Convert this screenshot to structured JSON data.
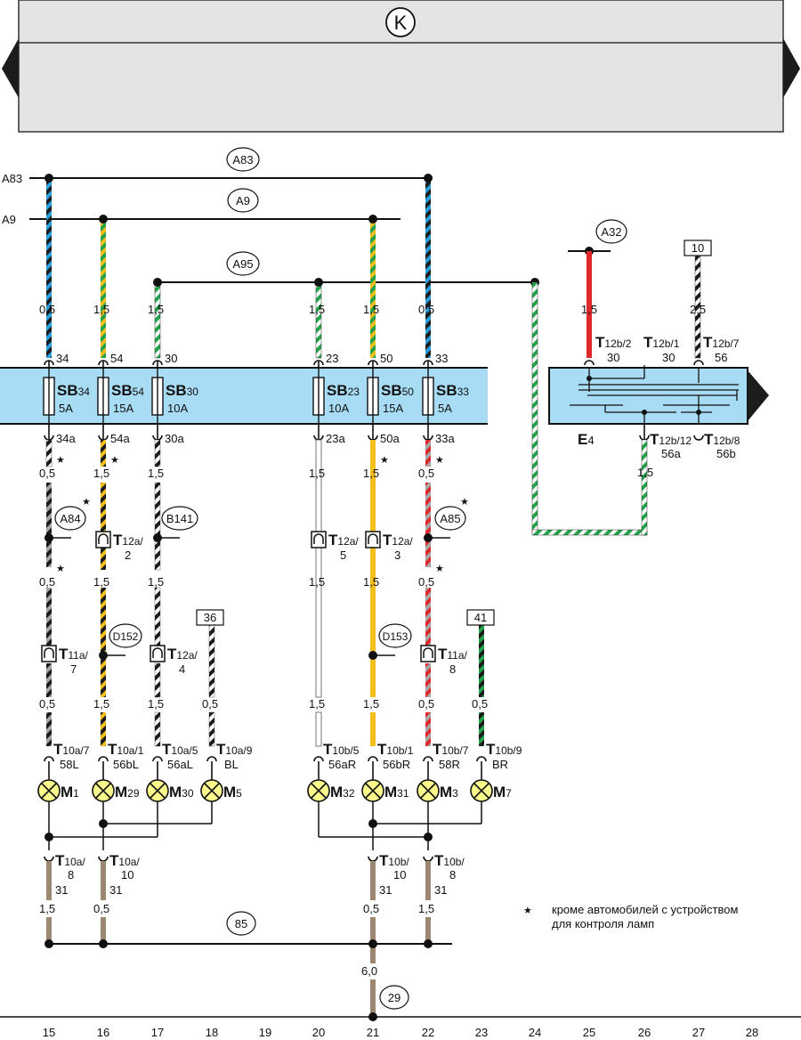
{
  "header": {
    "symbol": "K"
  },
  "buses": {
    "a83": {
      "left": "A83",
      "circle": "A83"
    },
    "a9": {
      "left": "A9",
      "circle": "A9"
    },
    "a95": {
      "circle": "A95"
    },
    "a32": {
      "circle": "A32"
    },
    "term10": "10",
    "bus85": "85",
    "ground29": "29"
  },
  "wires": {
    "w15": {
      "top": "0,5",
      "mid1": "0,5",
      "mid2": "0,5",
      "mid3": "0,5",
      "bottom": "1,5"
    },
    "w16": {
      "top": "1,5",
      "mid1": "1,5",
      "mid2": "1,5",
      "mid3": "1,5",
      "bottom": "0,5"
    },
    "w17": {
      "top": "1,5",
      "mid1": "1,5",
      "mid2": "1,5",
      "mid3": "1,5"
    },
    "w18": {
      "mid3": "0,5"
    },
    "w20": {
      "top": "1,5",
      "mid1": "1,5",
      "mid2": "1,5",
      "mid3": "1,5"
    },
    "w21": {
      "top": "1,5",
      "mid1": "1,5",
      "mid2": "1,5",
      "mid3": "1,5",
      "bottom": "0,5",
      "ground": "6,0"
    },
    "w22": {
      "top": "0,5",
      "mid1": "0,5",
      "mid2": "0,5",
      "mid3": "0,5",
      "bottom": "1,5"
    },
    "w23": {
      "mid3": "0,5"
    },
    "w24": {
      "mid": "1,5"
    },
    "w25": {
      "top": "1,5"
    },
    "w27": {
      "top": "2,5"
    }
  },
  "fuses": [
    {
      "name": "SB",
      "num": "34",
      "amp": "5A",
      "in": "34",
      "out": "34a"
    },
    {
      "name": "SB",
      "num": "54",
      "amp": "15A",
      "in": "54",
      "out": "54a"
    },
    {
      "name": "SB",
      "num": "30",
      "amp": "10A",
      "in": "30",
      "out": "30a"
    },
    {
      "name": "SB",
      "num": "23",
      "amp": "10A",
      "in": "23",
      "out": "23a"
    },
    {
      "name": "SB",
      "num": "50",
      "amp": "15A",
      "in": "50",
      "out": "50a"
    },
    {
      "name": "SB",
      "num": "33",
      "amp": "5A",
      "in": "33",
      "out": "33a"
    }
  ],
  "switch": {
    "name": "E",
    "num": "4",
    "t1": {
      "t": "T",
      "code": "12b/2",
      "pin": "30"
    },
    "t2": {
      "t": "T",
      "code": "12b/1",
      "pin": "30"
    },
    "t3": {
      "t": "T",
      "code": "12b/7",
      "pin": "56"
    },
    "t4": {
      "t": "T",
      "code": "12b/12",
      "pin": "56a"
    },
    "t5": {
      "t": "T",
      "code": "12b/8",
      "pin": "56b"
    }
  },
  "splices": {
    "a84": "A84",
    "b141": "B141",
    "a85": "A85",
    "d152": "D152",
    "d153": "D153"
  },
  "connectors": {
    "c16": {
      "t": "T",
      "code": "12a/",
      "pin": "2"
    },
    "c20": {
      "t": "T",
      "code": "12a/",
      "pin": "5"
    },
    "c21": {
      "t": "T",
      "code": "12a/",
      "pin": "3"
    },
    "c15": {
      "t": "T",
      "code": "11a/",
      "pin": "7"
    },
    "c17": {
      "t": "T",
      "code": "12a/",
      "pin": "4"
    },
    "c22": {
      "t": "T",
      "code": "11a/",
      "pin": "8"
    },
    "term36": "36",
    "term41": "41"
  },
  "lamp_conn": [
    {
      "t": "T",
      "code": "10a/7",
      "pin": "58L"
    },
    {
      "t": "T",
      "code": "10a/1",
      "pin": "56bL"
    },
    {
      "t": "T",
      "code": "10a/5",
      "pin": "56aL"
    },
    {
      "t": "T",
      "code": "10a/9",
      "pin": "BL"
    },
    {
      "t": "T",
      "code": "10b/5",
      "pin": "56aR"
    },
    {
      "t": "T",
      "code": "10b/1",
      "pin": "56bR"
    },
    {
      "t": "T",
      "code": "10b/7",
      "pin": "58R"
    },
    {
      "t": "T",
      "code": "10b/9",
      "pin": "BR"
    }
  ],
  "lamps": [
    {
      "name": "M",
      "num": "1"
    },
    {
      "name": "M",
      "num": "29"
    },
    {
      "name": "M",
      "num": "30"
    },
    {
      "name": "M",
      "num": "5"
    },
    {
      "name": "M",
      "num": "32"
    },
    {
      "name": "M",
      "num": "31"
    },
    {
      "name": "M",
      "num": "3"
    },
    {
      "name": "M",
      "num": "7"
    }
  ],
  "ground_conn": [
    {
      "t": "T",
      "code": "10a/",
      "pin": "8",
      "term": "31"
    },
    {
      "t": "T",
      "code": "10a/",
      "pin": "10",
      "term": "31"
    },
    {
      "t": "T",
      "code": "10b/",
      "pin": "10",
      "term": "31"
    },
    {
      "t": "T",
      "code": "10b/",
      "pin": "8",
      "term": "31"
    }
  ],
  "note": {
    "star": "★",
    "line1": "кроме автомобилей с устройством",
    "line2": "для контроля ламп"
  },
  "grid": [
    "15",
    "16",
    "17",
    "18",
    "19",
    "20",
    "21",
    "22",
    "23",
    "24",
    "25",
    "26",
    "27",
    "28"
  ],
  "colors": {
    "panel": "#e4e4e4",
    "fusebar": "#a8dcf4",
    "blue": "#2a9fe0",
    "yellow": "#f5bf1a",
    "green": "#22a24a",
    "red": "#e0282a",
    "grey": "#a6a6a6",
    "brown": "#9c8772",
    "lamp": "#fafa8c"
  }
}
